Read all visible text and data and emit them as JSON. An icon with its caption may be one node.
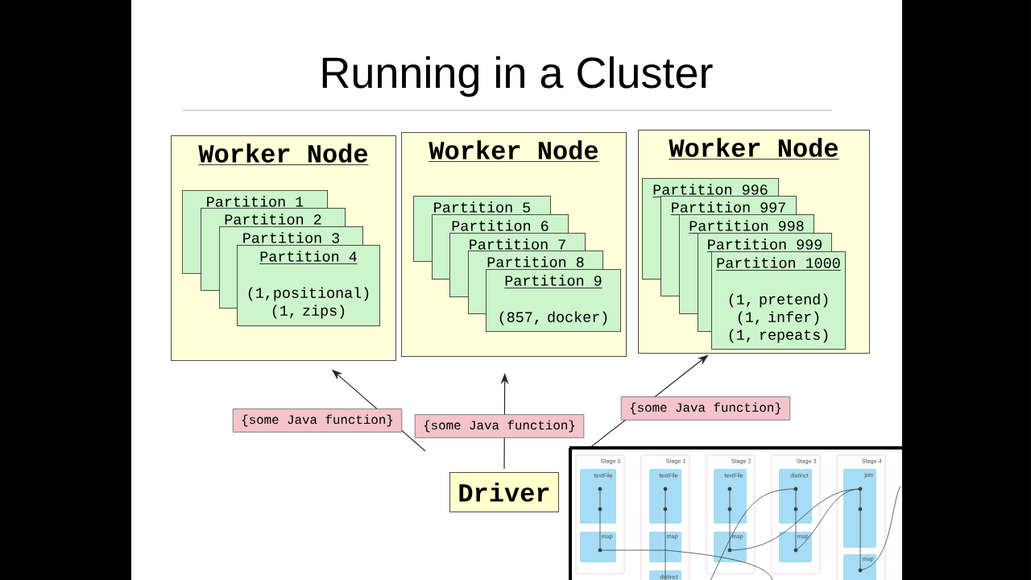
{
  "diagram": {
    "title": "Running in a Cluster",
    "nodes": [
      {
        "text": [
          "Worker Node"
        ]
      },
      {
        "text": [
          "Partition 1"
        ],
        "in": 0
      },
      {
        "text": [
          "Partition 2"
        ],
        "in": 0
      },
      {
        "text": [
          "Partition 3"
        ],
        "in": 0
      },
      {
        "text": [
          "Partition 4",
          "(1,positional) (1, zips)"
        ],
        "in": 0
      },
      {
        "text": [
          "Worker Node"
        ]
      },
      {
        "text": [
          "Partition 5"
        ],
        "in": 5
      },
      {
        "text": [
          "Partition 6"
        ],
        "in": 5
      },
      {
        "text": [
          "Partition 7"
        ],
        "in": 5
      },
      {
        "text": [
          "Partition 8"
        ],
        "in": 5
      },
      {
        "text": [
          "Partition 9",
          "(857, docker)"
        ],
        "in": 5
      },
      {
        "text": [
          "Worker Node"
        ]
      },
      {
        "text": [
          "Partition 996"
        ],
        "in": 11
      },
      {
        "text": [
          "Partition 997"
        ],
        "in": 11
      },
      {
        "text": [
          "Partition 998"
        ],
        "in": 11
      },
      {
        "text": [
          "Partition 999"
        ],
        "in": 11
      },
      {
        "text": [
          "Partition 1000",
          "(1, pretend) (1, infer) (1, repeats)"
        ],
        "in": 11
      },
      {
        "text": [
          "Driver"
        ]
      }
    ],
    "edges": [
      {
        "from": 17,
        "to": 0,
        "arrow": "to",
        "label": "{some Java function}"
      },
      {
        "from": 17,
        "to": 5,
        "arrow": "to",
        "label": "{some Java function}"
      },
      {
        "from": 17,
        "to": 11,
        "arrow": "to",
        "label": "{some Java function}"
      }
    ],
    "labels": [
      "Stage 0",
      "Stage 1",
      "Stage 2",
      "Stage 3",
      "Stage 4",
      "textFile",
      "textFile",
      "textFile",
      "distinct",
      "join",
      "map",
      "map",
      "map",
      "map",
      "map",
      "distinct"
    ]
  }
}
